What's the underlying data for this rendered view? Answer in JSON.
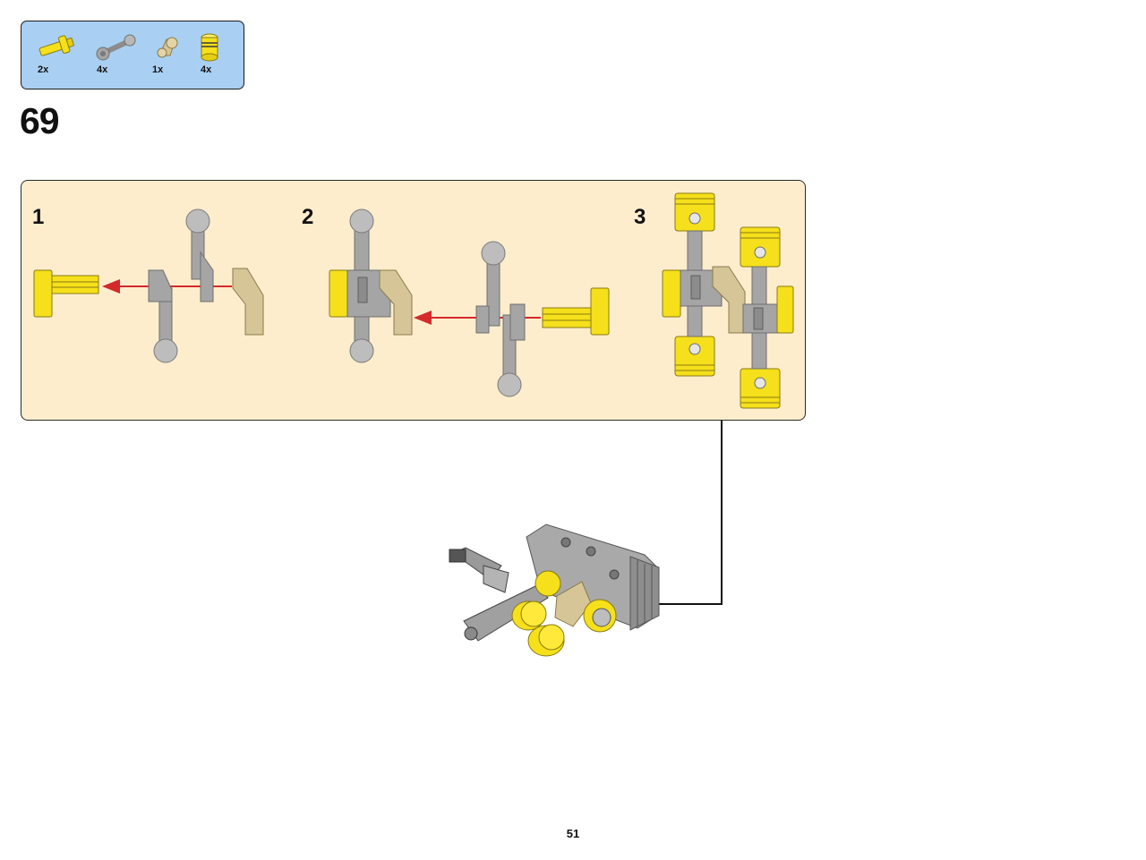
{
  "parts_list": [
    {
      "quantity": "2x",
      "part_icon": "yellow-axle-pin-icon",
      "color": "#f5e01b"
    },
    {
      "quantity": "4x",
      "part_icon": "grey-ball-link-icon",
      "color": "#a5a5a5"
    },
    {
      "quantity": "1x",
      "part_icon": "tan-connector-icon",
      "color": "#d6c596"
    },
    {
      "quantity": "4x",
      "part_icon": "yellow-piston-icon",
      "color": "#f5e01b"
    }
  ],
  "step": {
    "number": "69"
  },
  "substeps": [
    {
      "number": "1"
    },
    {
      "number": "2"
    },
    {
      "number": "3"
    }
  ],
  "page": {
    "number": "51"
  },
  "colors": {
    "parts_panel": "#a9d0f2",
    "substep_panel": "#fdedcd",
    "arrow": "#d42a2a",
    "yellow": "#f5e01b",
    "grey": "#a5a5a5",
    "tan": "#d6c596"
  }
}
